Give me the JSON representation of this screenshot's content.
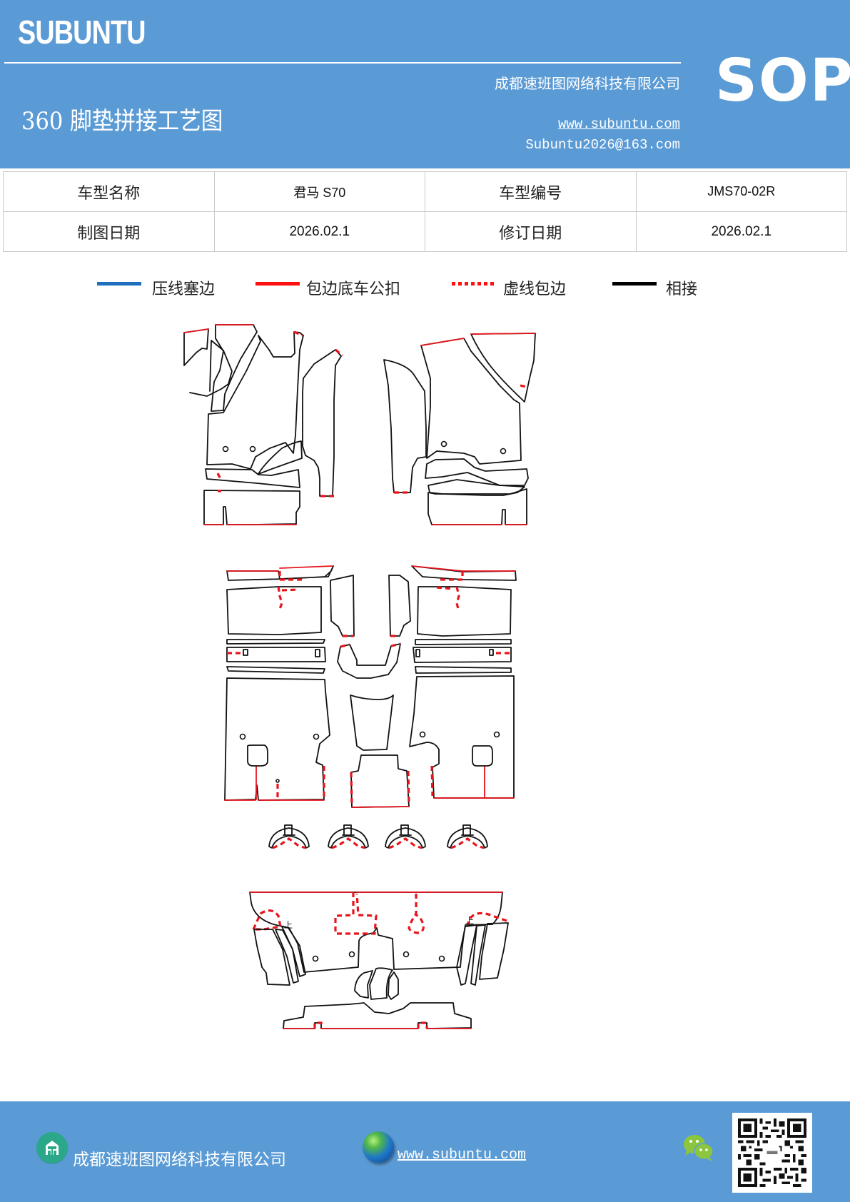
{
  "header": {
    "brand": "SUBUNTU",
    "title": "360 脚垫拼接工艺图",
    "company": "成都速班图网络科技有限公司",
    "website": "www.subuntu.com",
    "email": "Subuntu2026@163.com",
    "badge": "SOP"
  },
  "info_table": {
    "rows": [
      {
        "label1": "车型名称",
        "value1": "君马 S70",
        "label2": "车型编号",
        "value2": "JMS70-02R"
      },
      {
        "label1": "制图日期",
        "value1": "2026.02.1",
        "label2": "修订日期",
        "value2": "2026.02.1"
      }
    ]
  },
  "legend": {
    "items": [
      {
        "label": "压线塞边",
        "style": "solid",
        "color": "#1f6fbf"
      },
      {
        "label": "包边底车公扣",
        "style": "solid",
        "color": "#ff1010"
      },
      {
        "label": "虚线包边",
        "style": "dotted",
        "color": "#ff1010"
      },
      {
        "label": "相接",
        "style": "solid",
        "color": "#000000"
      }
    ]
  },
  "drawing": {
    "description": "360 floor mat splicing pattern pieces",
    "marker_label": "上",
    "line_colors": {
      "outline": "#111111",
      "edge_binding": "#e8141c"
    }
  },
  "footer": {
    "company": "成都速班图网络科技有限公司",
    "website": "www.subuntu.com",
    "icons": [
      "building-icon",
      "globe-icon",
      "wechat-icon",
      "qr-code"
    ]
  },
  "colors": {
    "header_bg": "#5b9bd5",
    "footer_bg": "#5b9bd5",
    "table_border": "#c9c9c9"
  }
}
